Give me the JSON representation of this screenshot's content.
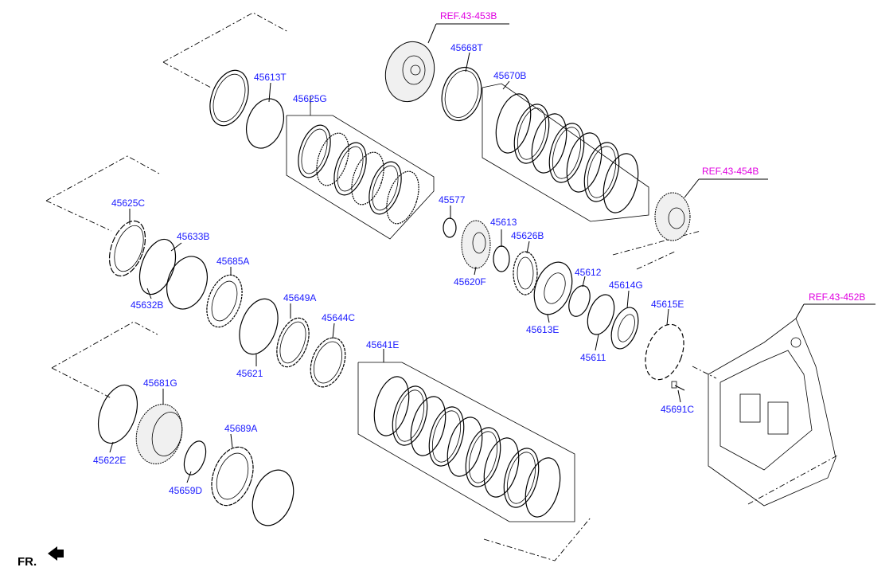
{
  "labels": {
    "ref_453b": "REF.43-453B",
    "ref_454b": "REF.43-454B",
    "ref_452b": "REF.43-452B",
    "p45613T": "45613T",
    "p45668T": "45668T",
    "p45670B": "45670B",
    "p45625G": "45625G",
    "p45625C": "45625C",
    "p45633B": "45633B",
    "p45685A": "45685A",
    "p45632B": "45632B",
    "p45577": "45577",
    "p45613": "45613",
    "p45626B": "45626B",
    "p45620F": "45620F",
    "p45612": "45612",
    "p45614G": "45614G",
    "p45615E": "45615E",
    "p45613E": "45613E",
    "p45611": "45611",
    "p45649A": "45649A",
    "p45644C": "45644C",
    "p45621": "45621",
    "p45641E": "45641E",
    "p45681G": "45681G",
    "p45622E": "45622E",
    "p45689A": "45689A",
    "p45659D": "45659D",
    "p45691C": "45691C",
    "front": "FR."
  }
}
